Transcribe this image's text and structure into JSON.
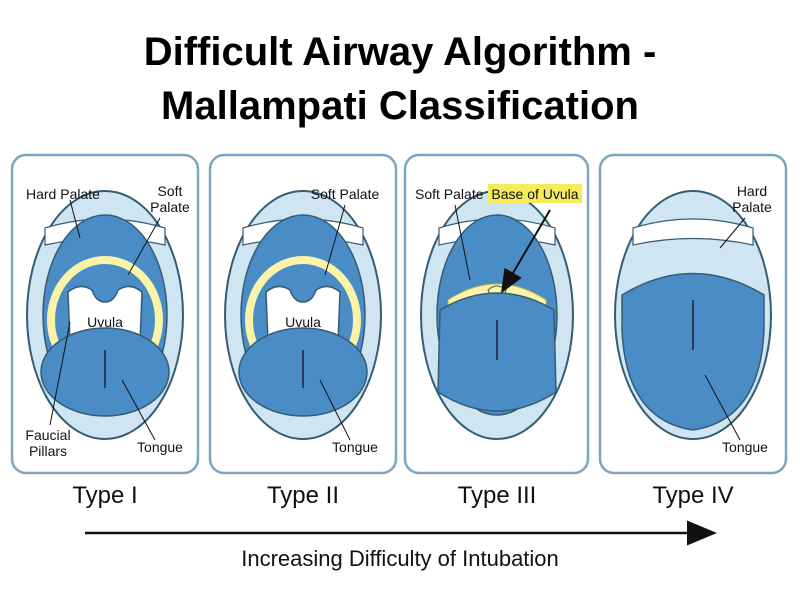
{
  "title": {
    "line1": "Difficult Airway Algorithm -",
    "line2": "Mallampati Classification"
  },
  "panels": [
    {
      "type_label": "Type I",
      "labels": {
        "hard_palate": "Hard Palate",
        "soft_palate": "Soft\nPalate",
        "uvula": "Uvula",
        "faucial_pillars": "Faucial\nPillars",
        "tongue": "Tongue"
      }
    },
    {
      "type_label": "Type II",
      "labels": {
        "soft_palate": "Soft Palate",
        "uvula": "Uvula",
        "tongue": "Tongue"
      }
    },
    {
      "type_label": "Type III",
      "labels": {
        "soft_palate": "Soft Palate",
        "base_of_uvula": "Base of Uvula"
      }
    },
    {
      "type_label": "Type IV",
      "labels": {
        "hard_palate": "Hard\nPalate",
        "tongue": "Tongue"
      }
    }
  ],
  "axis": {
    "label": "Increasing Difficulty of Intubation"
  },
  "colors": {
    "panel_border": "#7aa6c2",
    "mouth_outer": "#cfe5f1",
    "oral_blue": "#4a8cc6",
    "highlight_yellow": "#fbf4a8",
    "uvula_white": "#ffffff",
    "label_highlight": "#f5ec5c"
  }
}
